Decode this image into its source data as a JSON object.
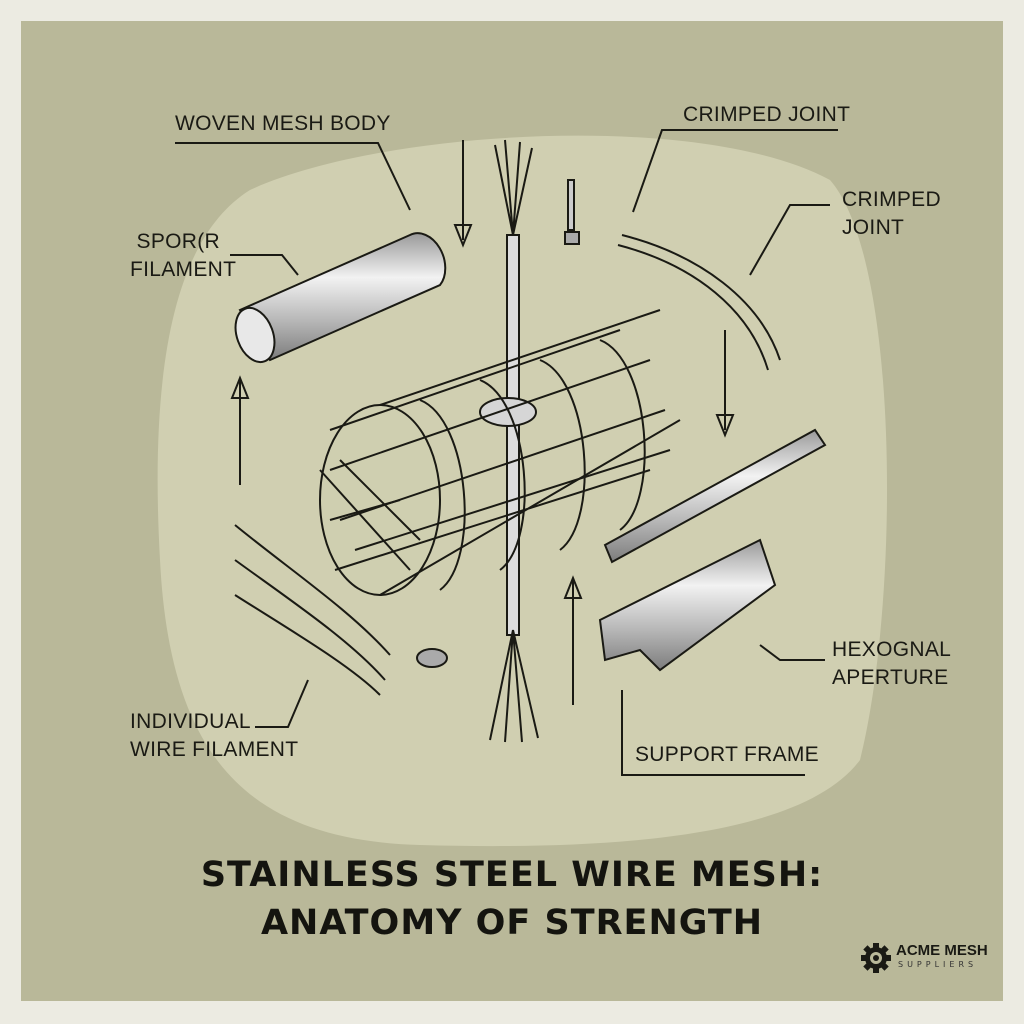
{
  "labels": {
    "woven_mesh_body": "WOVEN MESH BODY",
    "spor_filament_1": "SPOR(R",
    "spor_filament_2": "FILAMENT",
    "crimped_joint_top": "CRIMPED JOINT",
    "crimped_joint_right_1": "CRIMPED",
    "crimped_joint_right_2": "JOINT",
    "hex_aperture_1": "HEXOGNAL",
    "hex_aperture_2": "APERTURE",
    "support_frame": "SUPPORT FRAME",
    "individual_wire_1": "INDIVIDUAL",
    "individual_wire_2": "WIRE FILAMENT"
  },
  "title": {
    "line1": "STAINLESS STEEL WIRE MESH:",
    "line2": "ANATOMY OF STRENGTH"
  },
  "logo": {
    "name": "ACME MESH",
    "sub": "SUPPLIERS",
    "icon": "gear-icon"
  },
  "colors": {
    "background": "#b9b899",
    "highlight": "#d0cfb1",
    "ink": "#1a1a14",
    "metal": "#c8c8c8"
  }
}
